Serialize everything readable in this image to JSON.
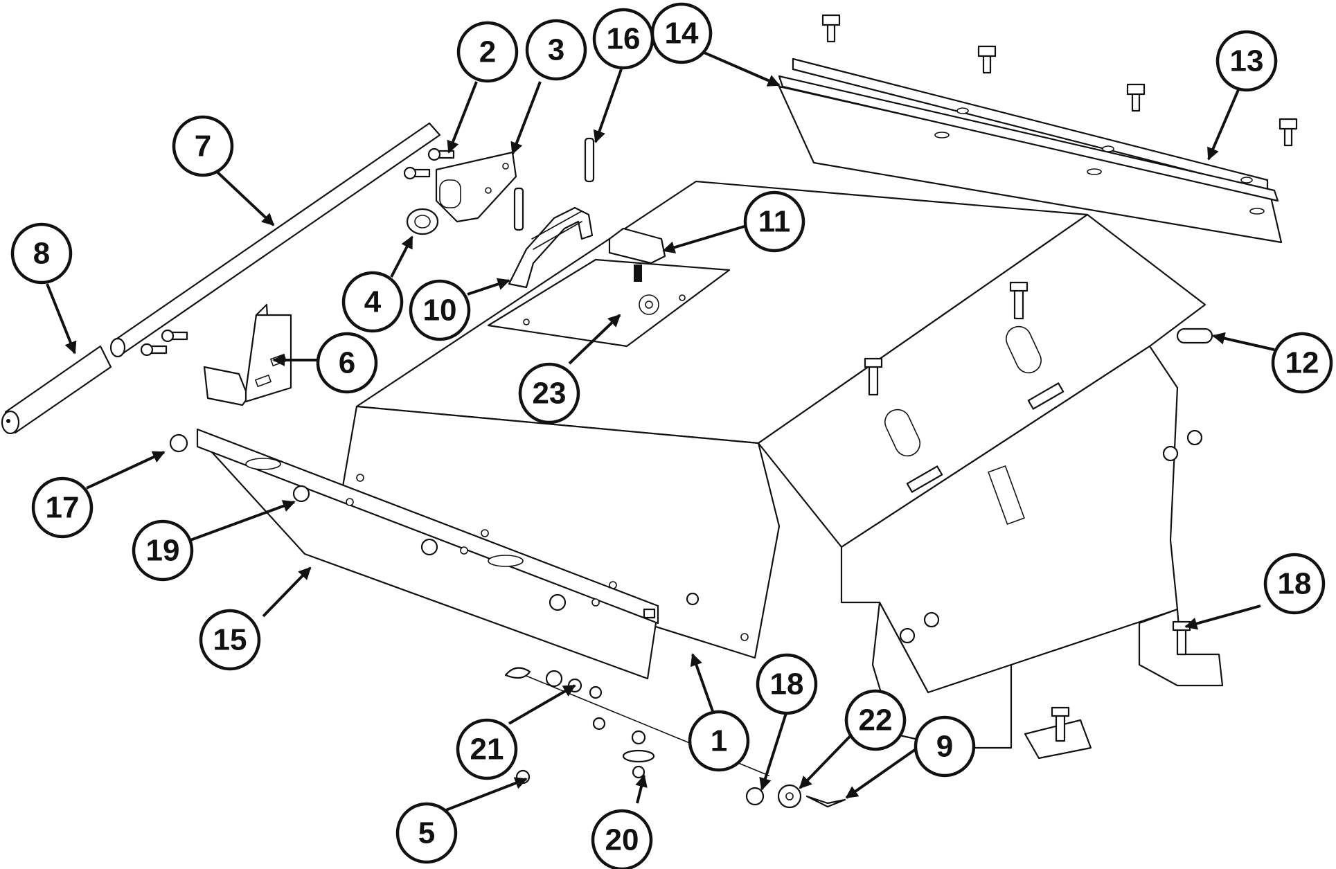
{
  "callouts": {
    "c1": "1",
    "c2": "2",
    "c3": "3",
    "c4": "4",
    "c5": "5",
    "c6": "6",
    "c7": "7",
    "c8": "8",
    "c9": "9",
    "c10": "10",
    "c11": "11",
    "c12": "12",
    "c13": "13",
    "c14": "14",
    "c15": "15",
    "c16": "16",
    "c17": "17",
    "c18a": "18",
    "c18b": "18",
    "c19": "19",
    "c20": "20",
    "c21": "21",
    "c22": "22",
    "c23": "23"
  },
  "colors": {
    "line": "#111111",
    "background": "#ffffff"
  }
}
